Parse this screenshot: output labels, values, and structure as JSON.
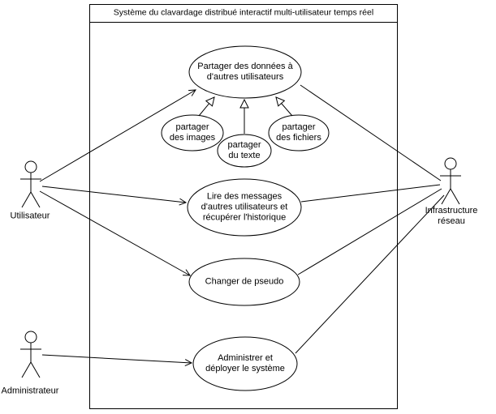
{
  "diagram": {
    "title": "Système du clavardage distribué interactif multi-utilisateur temps réel",
    "actors": [
      {
        "id": "utilisateur",
        "label": "Utilisateur"
      },
      {
        "id": "infrastructure-reseau",
        "label": "Infrastructure réseau"
      },
      {
        "id": "administrateur",
        "label": "Administrateur"
      }
    ],
    "use_cases": [
      {
        "id": "partager-donnees",
        "label": "Partager des données à\nd'autres utilisateurs"
      },
      {
        "id": "partager-images",
        "label": "partager\ndes images"
      },
      {
        "id": "partager-texte",
        "label": "partager\ndu texte"
      },
      {
        "id": "partager-fichiers",
        "label": "partager\ndes fichiers"
      },
      {
        "id": "lire-messages",
        "label": "Lire des messages\nd'autres utilisateurs et\nrécupérer l'historique"
      },
      {
        "id": "changer-pseudo",
        "label": "Changer de pseudo"
      },
      {
        "id": "administrer",
        "label": "Administrer et\ndéployer le système"
      }
    ],
    "colors": {
      "stroke": "#000000",
      "fill": "#ffffff"
    }
  }
}
